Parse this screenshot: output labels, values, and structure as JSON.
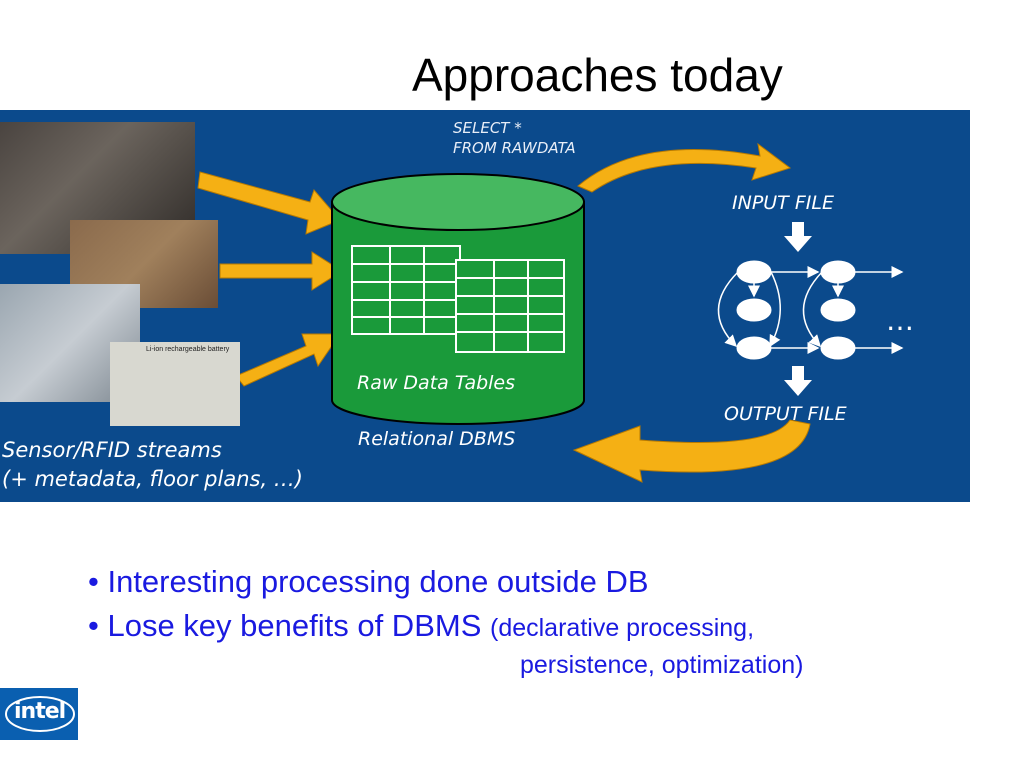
{
  "title": "Approaches today",
  "diagram": {
    "sql_line1": "SELECT *",
    "sql_line2": "FROM  RAWDATA",
    "input_file": "INPUT FILE",
    "output_file": "OUTPUT FILE",
    "raw_data_tables": "Raw Data Tables",
    "relational_dbms": "Relational DBMS",
    "sensor_line1": "Sensor/RFID streams",
    "sensor_line2": "(+ metadata, floor plans, …)",
    "ellipsis": "…",
    "photo_caption": "Li-ion rechargeable battery",
    "colors": {
      "background": "#0b4a8c",
      "cylinder": "#1a9a3a",
      "arrow": "#f5b014"
    }
  },
  "bullets": {
    "b1": "• Interesting processing done outside DB",
    "b2_main": "• Lose key benefits of DBMS ",
    "b2_paren": "(declarative processing,",
    "b2_cont": "persistence, optimization)"
  },
  "logo": {
    "text": "intel"
  }
}
